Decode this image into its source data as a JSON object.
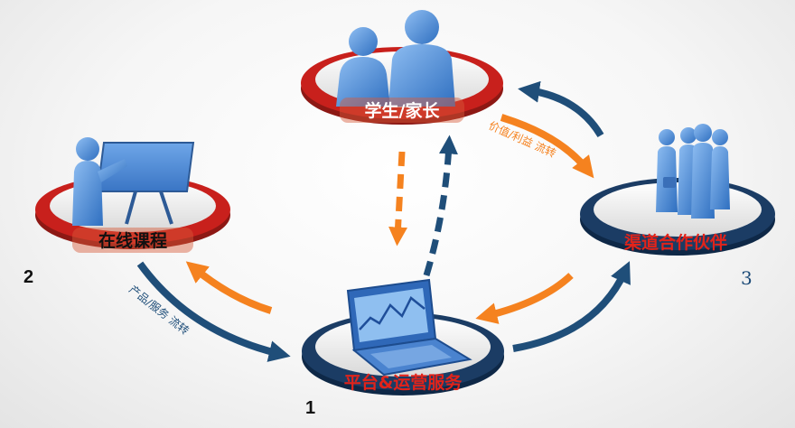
{
  "nodes": {
    "students": {
      "label": "学生/家长",
      "icon": "people-icon"
    },
    "course": {
      "label": "在线课程",
      "icon": "presenter-icon"
    },
    "platform": {
      "label": "平台&运营服务",
      "icon": "laptop-icon"
    },
    "partners": {
      "label": "渠道合作伙伴",
      "icon": "business-team-icon"
    }
  },
  "flows": {
    "value_flow": "价值/利益 流转",
    "product_flow": "产品/服务 流转"
  },
  "numbers": {
    "platform": "1",
    "course": "2",
    "partners": "3"
  },
  "colors": {
    "orange": "#f5821f",
    "navy": "#1f4e79",
    "red_ring": "#c8201c",
    "navy_ring": "#1b3c64",
    "label_red": "#e2231a",
    "figure_blue": "#4d8bd6"
  }
}
